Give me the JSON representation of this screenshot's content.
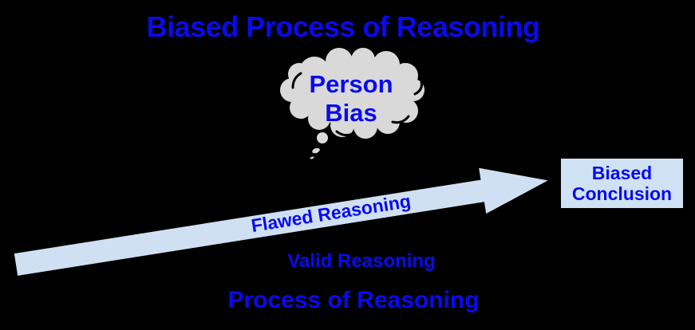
{
  "title": "Biased Process of Reasoning",
  "thought_cloud": {
    "line1": "Person",
    "line2": "Bias"
  },
  "arrow": {
    "label": "Flawed Reasoning"
  },
  "conclusion_box": {
    "line1": "Biased",
    "line2": "Conclusion"
  },
  "valid_label": "Valid Reasoning",
  "footer_label": "Process of Reasoning",
  "colors": {
    "background": "#000000",
    "text_blue": "#0a0af0",
    "arrow_fill": "#cfe0f2",
    "box_fill": "#cfe2f3",
    "cloud_fill": "#d9d9d9",
    "cloud_outline": "#000000"
  }
}
